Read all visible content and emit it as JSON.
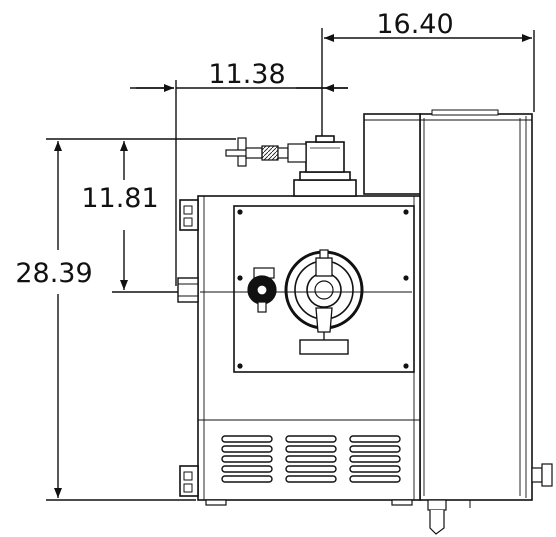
{
  "dimensions": {
    "overall_height": "28.39",
    "upper_height": "11.81",
    "center_offset": "11.38",
    "overall_depth": "16.40"
  },
  "colors": {
    "line": "#111111",
    "background": "#ffffff"
  }
}
